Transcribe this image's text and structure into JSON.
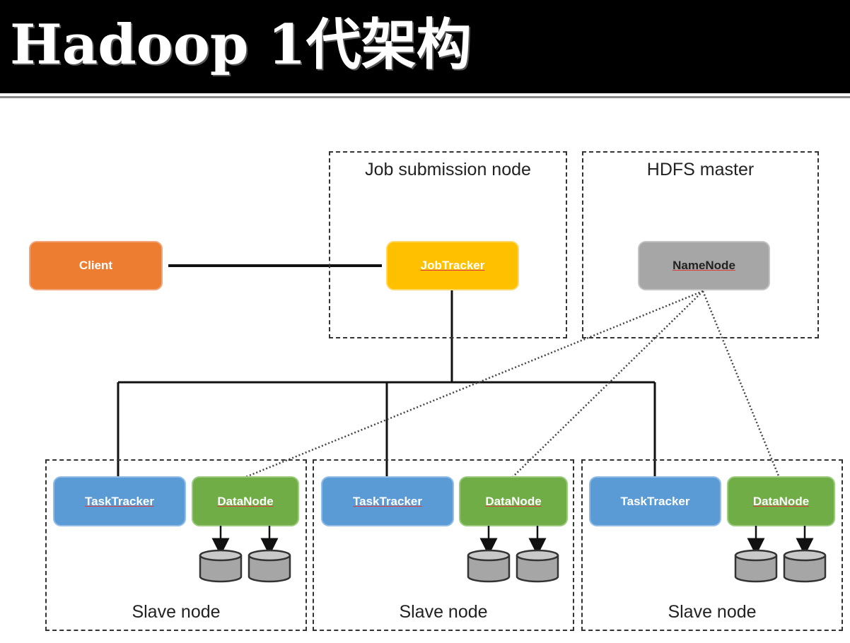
{
  "title": "Hadoop 1代架构",
  "diagram": {
    "client": "Client",
    "job_submission": {
      "label": "Job submission node",
      "node": "JobTracker"
    },
    "hdfs_master": {
      "label": "HDFS master",
      "node": "NameNode"
    },
    "slaves": [
      {
        "label": "Slave node",
        "tasktracker": "TaskTracker",
        "datanode": "DataNode"
      },
      {
        "label": "Slave node",
        "tasktracker": "TaskTracker",
        "datanode": "DataNode"
      },
      {
        "label": "Slave node",
        "tasktracker": "TaskTracker",
        "datanode": "DataNode"
      }
    ]
  },
  "colors": {
    "client": "#ed7d31",
    "jobtracker": "#ffc000",
    "namenode": "#a6a6a6",
    "tasktracker": "#5b9bd5",
    "datanode": "#70ad47",
    "disk": "#a6a6a6"
  }
}
